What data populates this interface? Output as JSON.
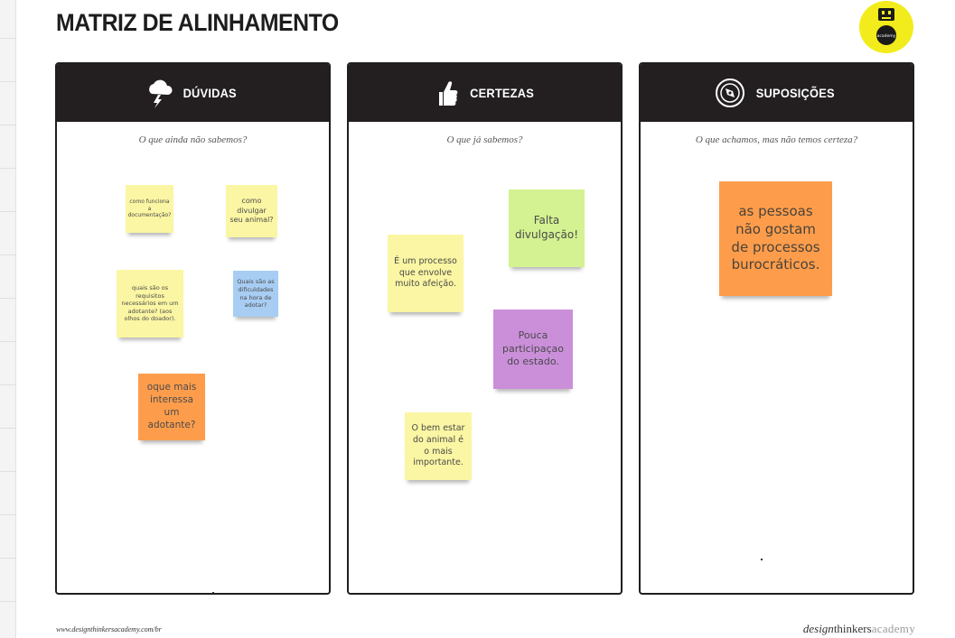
{
  "page": {
    "title": "MATRIZ DE ALINHAMENTO",
    "logo_text": "academy",
    "accent_color": "#f2ec1c",
    "header_color": "#231f20"
  },
  "columns": [
    {
      "title": "DÚVIDAS",
      "icon": "storm-cloud-icon",
      "subtitle": "O que ainda não sabemos?",
      "stickies": [
        {
          "text": "como funciona a documentação?",
          "color": "#fbf6a3"
        },
        {
          "text": "como divulgar seu animal?",
          "color": "#fbf6a3"
        },
        {
          "text": "quais são os requisitos necessários em um adotante? (aos olhos do doador).",
          "color": "#fbf6a3"
        },
        {
          "text": "Quais são as dificuldades na hora de adotar?",
          "color": "#a8cdf3"
        },
        {
          "text": "oque mais interessa um adotante?",
          "color": "#fd9d4c"
        }
      ]
    },
    {
      "title": "CERTEZAS",
      "icon": "thumbs-up-icon",
      "subtitle": "O que já sabemos?",
      "stickies": [
        {
          "text": "Falta divulgação!",
          "color": "#d4f291"
        },
        {
          "text": "É um processo que envolve muito afeição.",
          "color": "#fbf6a3"
        },
        {
          "text": "Pouca participaçao do estado.",
          "color": "#cb8fda"
        },
        {
          "text": "O bem estar do animal é o mais importante.",
          "color": "#fbf6a3"
        }
      ]
    },
    {
      "title": "SUPOSIÇÕES",
      "icon": "compass-icon",
      "subtitle": "O que achamos, mas não temos certeza?",
      "stickies": [
        {
          "text": "as pessoas não gostam de processos burocráticos.",
          "color": "#fd9d4c"
        }
      ]
    }
  ],
  "footer": {
    "url": "www.designthinkersacademy.com/br",
    "brand_part1": "design",
    "brand_part2": "thinkers",
    "brand_part3": "academy"
  }
}
